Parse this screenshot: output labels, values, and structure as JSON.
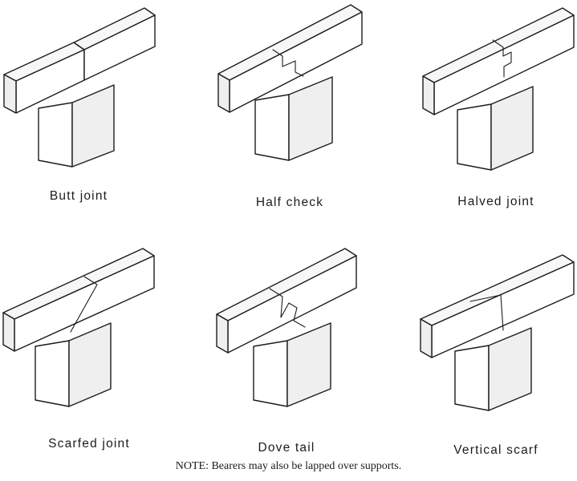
{
  "joints": [
    {
      "label": "Butt joint",
      "type": "butt"
    },
    {
      "label": "Half check",
      "type": "half-check"
    },
    {
      "label": "Halved joint",
      "type": "halved"
    },
    {
      "label": "Scarfed joint",
      "type": "scarfed"
    },
    {
      "label": "Dove tail",
      "type": "dove-tail"
    },
    {
      "label": "Vertical scarf",
      "type": "vertical-scarf"
    }
  ],
  "note": "NOTE: Bearers may also be lapped over supports."
}
